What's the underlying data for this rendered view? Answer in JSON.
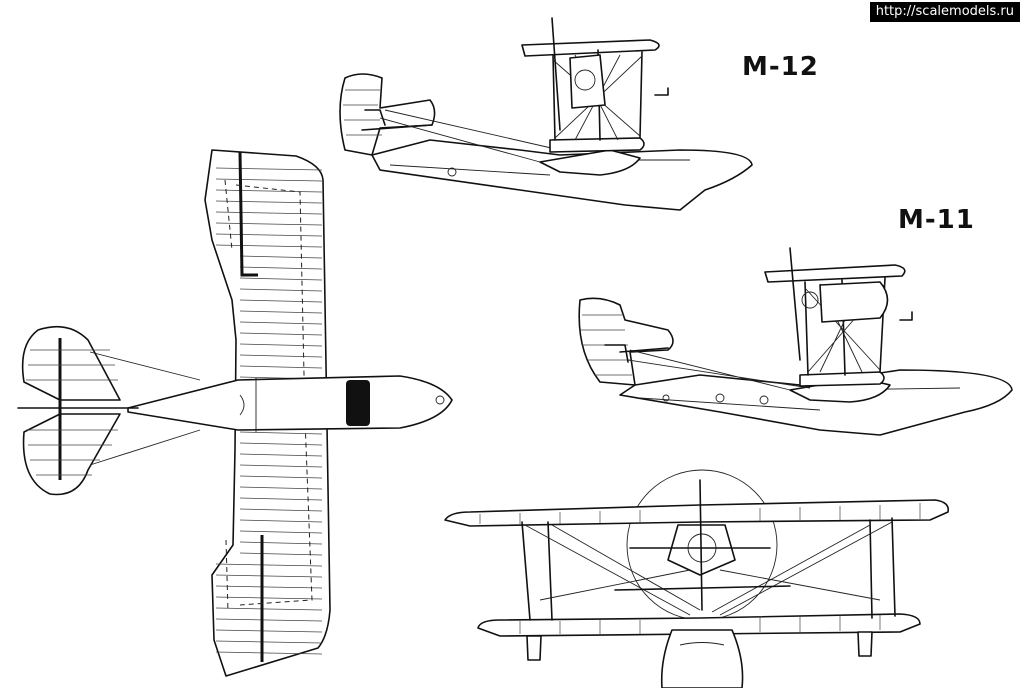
{
  "watermark": {
    "text": "http://scalemodels.ru"
  },
  "labels": {
    "m12": "M-12",
    "m11": "M-11"
  },
  "colors": {
    "ink": "#111111",
    "paper": "#ffffff",
    "watermark_bg": "#000000",
    "watermark_fg": "#ffffff"
  }
}
